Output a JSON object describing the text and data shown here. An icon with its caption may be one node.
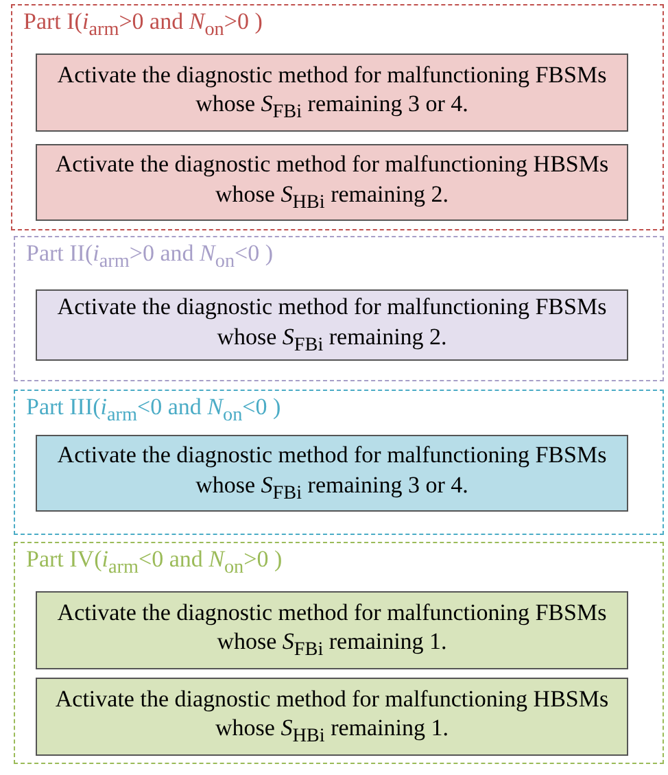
{
  "diagram": {
    "nodes": [
      {
        "text": [
          "Part I(*i*$_{arm}$>0 and *N*$_{on}$>0 )"
        ]
      },
      {
        "text": [
          "Activate the diagnostic method for malfunctioning FBSMs whose *S*$_{FBi}$ remaining 3 or 4."
        ],
        "in": 0
      },
      {
        "text": [
          "Activate the diagnostic method for malfunctioning HBSMs whose *S*$_{HBi}$ remaining 2."
        ],
        "in": 0
      },
      {
        "text": [
          "Part II(*i*$_{arm}$>0 and *N*$_{on}$<0 )"
        ]
      },
      {
        "text": [
          "Activate the diagnostic method for malfunctioning FBSMs whose *S*$_{FBi}$ remaining 2."
        ],
        "in": 3
      },
      {
        "text": [
          "Part III(*i*$_{arm}$<0 and *N*$_{on}$<0 )"
        ]
      },
      {
        "text": [
          "Activate the diagnostic method for malfunctioning FBSMs whose *S*$_{FBi}$ remaining 3 or 4."
        ],
        "in": 5
      },
      {
        "text": [
          "Part IV(*i*$_{arm}$<0 and *N*$_{on}$>0 )"
        ]
      },
      {
        "text": [
          "Activate the diagnostic method for malfunctioning FBSMs whose *S*$_{FBi}$ remaining 1."
        ],
        "in": 7
      },
      {
        "text": [
          "Activate the diagnostic method for malfunctioning HBSMs whose *S*$_{HBi}$ remaining 1."
        ],
        "in": 7
      }
    ],
    "edges": []
  }
}
